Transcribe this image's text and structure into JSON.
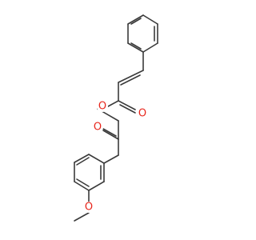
{
  "molecule": {
    "atoms": {
      "ester_oxygen": "O",
      "ester_carbonyl_oxygen": "O",
      "ketone_oxygen": "O",
      "methoxy_oxygen": "O"
    },
    "colors": {
      "bond": "#3a3a3a",
      "oxygen": "#e8261c",
      "background": "#ffffff"
    }
  }
}
